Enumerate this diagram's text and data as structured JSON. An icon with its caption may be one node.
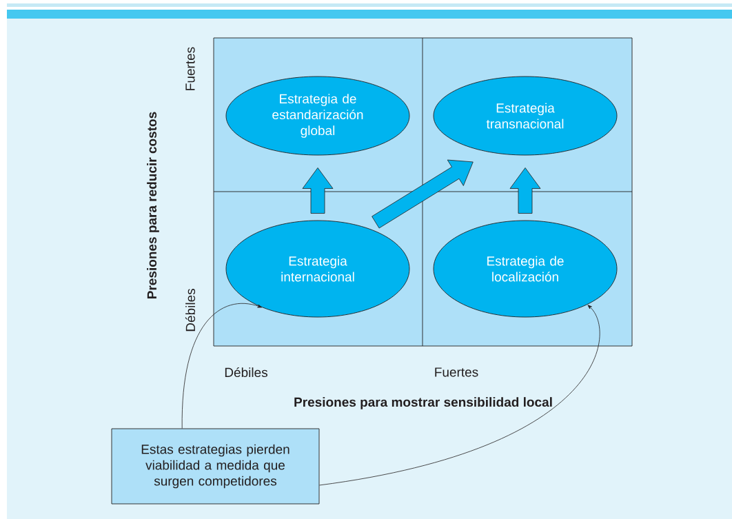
{
  "diagram": {
    "nodes": [
      {
        "text": [
          "Estrategia de estandarización global"
        ]
      },
      {
        "text": [
          "Estrategia transnacional"
        ]
      },
      {
        "text": [
          "Estrategia internacional"
        ]
      },
      {
        "text": [
          "Estrategia de localización"
        ]
      },
      {
        "text": [
          "Estas estrategias pierden viabilidad a medida que surgen competidores"
        ]
      }
    ],
    "edges": [
      {
        "from": 2,
        "to": 0,
        "arrow": "to",
        "style": "thick"
      },
      {
        "from": 2,
        "to": 1,
        "arrow": "to",
        "style": "thick"
      },
      {
        "from": 3,
        "to": 1,
        "arrow": "to",
        "style": "thick"
      },
      {
        "from": 4,
        "to": 2,
        "arrow": "to"
      },
      {
        "from": 4,
        "to": 3,
        "arrow": "to"
      }
    ],
    "labels": [
      "Fuertes",
      "Presiones para reducir costos",
      "Débiles",
      "Débiles",
      "Fuertes",
      "Presiones para mostrar sensibilidad local"
    ]
  }
}
